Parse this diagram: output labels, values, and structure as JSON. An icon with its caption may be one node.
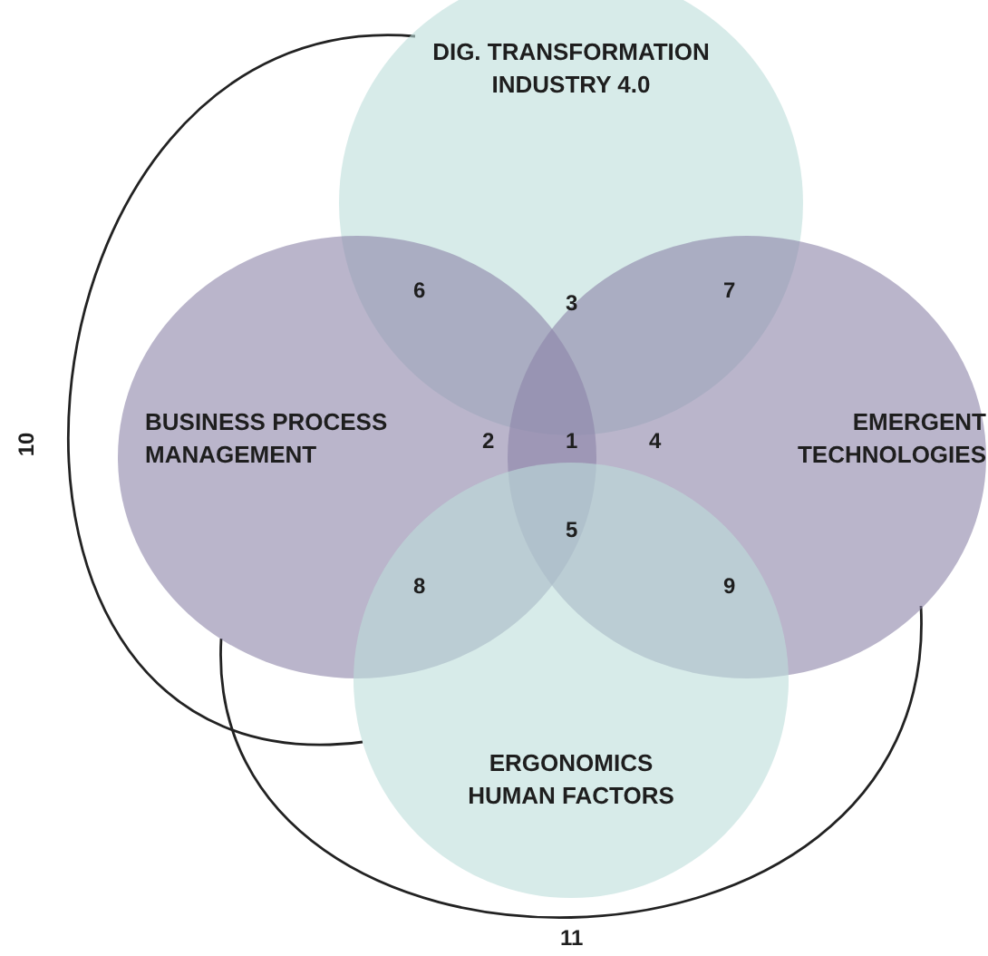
{
  "diagram": {
    "nodes": [
      {
        "text": [
          "DIG. TRANSFORMATION INDUSTRY 4.0"
        ]
      },
      {
        "text": [
          "BUSINESS PROCESS MANAGEMENT"
        ]
      },
      {
        "text": [
          "EMERGENT TECHNOLOGIES"
        ]
      },
      {
        "text": [
          "ERGONOMICS HUMAN FACTORS"
        ]
      }
    ],
    "edges": [
      {
        "from": 0,
        "to": 3,
        "arrow": "none",
        "label": "10"
      },
      {
        "from": 1,
        "to": 2,
        "arrow": "none",
        "label": "11"
      }
    ],
    "labels": [
      "6",
      "7",
      "3",
      "2",
      "1",
      "4",
      "5",
      "8",
      "9"
    ]
  }
}
